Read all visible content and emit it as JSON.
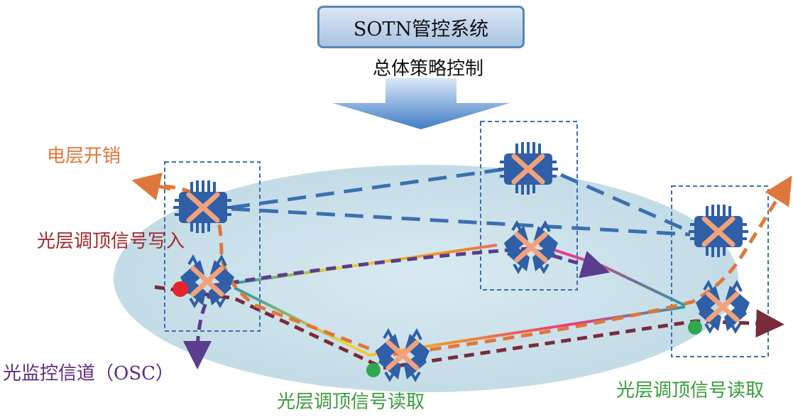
{
  "title": "SOTN管控系统",
  "policy_label": "总体策略控制",
  "labels": {
    "electrical_overhead": "电层开销",
    "optical_tone_write": "光层调顶信号写入",
    "osc": "光监控信道（OSC）",
    "optical_tone_read_center": "光层调顶信号读取",
    "optical_tone_read_right": "光层调顶信号读取"
  },
  "colors": {
    "electrical_path": "#e0773a",
    "control_links": "#3b6fb0",
    "osc_path": "#5a3d8c",
    "tone_path": "#7a2b3a",
    "write_point": "#e8242b",
    "read_point": "#2fa84f",
    "ellipse": "#c9e0ea",
    "node_blue": "#2f5fa6",
    "node_cross": "#f2a27a"
  },
  "icons": {
    "electrical_switch": "electrical-switch-icon",
    "optical_switch": "optical-switch-icon",
    "policy_arrow": "down-arrow-icon"
  }
}
